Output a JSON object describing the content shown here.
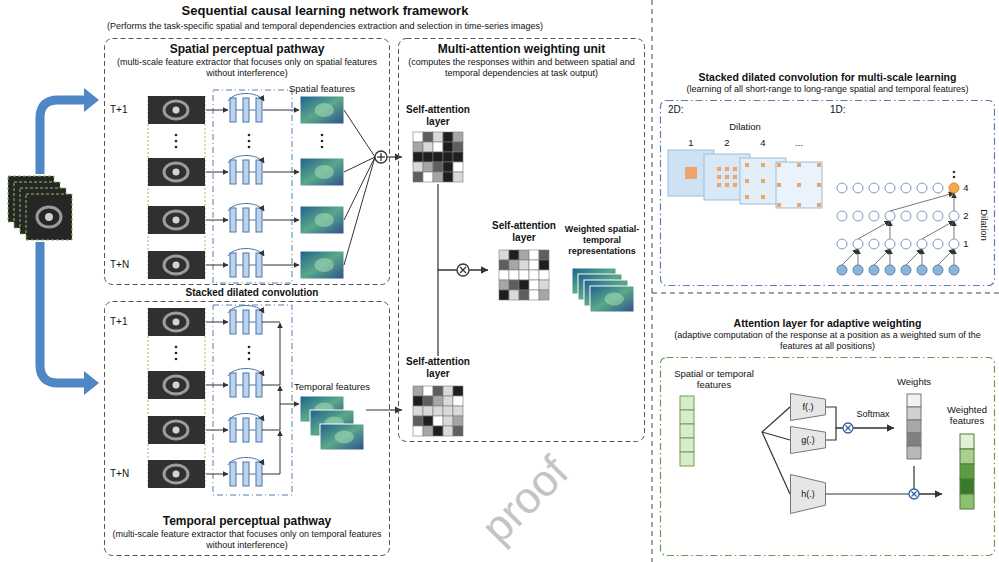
{
  "diagram": {
    "title": "Sequential causal learning network framework",
    "nodes": [
      {
        "text": [
          "Spatial perceptual pathway",
          "(multi-scale feature extractor that focuses only on spatial features without interference)"
        ]
      },
      {
        "text": [
          "Temporal perceptual pathway",
          "(multi-scale feature extractor that focuses only on temporal features without interference)"
        ]
      },
      {
        "text": [
          "Multi-attention weighting unit",
          "(computes the responses within and between spatial and temporal dependencies at task output)"
        ]
      },
      {
        "text": [
          "Self-attention layer"
        ],
        "in": 2
      },
      {
        "text": [
          "Self-attention layer"
        ],
        "in": 2
      },
      {
        "text": [
          "Self-attention layer"
        ],
        "in": 2
      },
      {
        "text": [
          "Weighted spatial-temporal representations"
        ],
        "in": 2
      },
      {
        "text": [
          "Stacked dilated convolution for multi-scale learning",
          "(learning of all short-range to long-range spatial and temporal features)"
        ]
      },
      {
        "text": [
          "Attention layer for adaptive weighting",
          "(adaptive computation of the response at a position as a weighted sum of the features at all positions)"
        ]
      },
      {
        "text": [
          "Spatial or temporal features"
        ],
        "in": 8
      },
      {
        "text": [
          "f(.)"
        ],
        "in": 8
      },
      {
        "text": [
          "g(.)"
        ],
        "in": 8
      },
      {
        "text": [
          "h(.)"
        ],
        "in": 8
      },
      {
        "text": [
          "Weights"
        ],
        "in": 8
      },
      {
        "text": [
          "Weighted features"
        ],
        "in": 8
      }
    ],
    "edges": [
      {
        "from": 0,
        "to": 3,
        "arrow": "to"
      },
      {
        "from": 1,
        "to": 4,
        "arrow": "to"
      },
      {
        "from": 3,
        "to": 5,
        "arrow": "to"
      },
      {
        "from": 4,
        "to": 5,
        "arrow": "to"
      },
      {
        "from": 9,
        "to": 10,
        "arrow": "none"
      },
      {
        "from": 9,
        "to": 11,
        "arrow": "none"
      },
      {
        "from": 9,
        "to": 12,
        "arrow": "none"
      },
      {
        "from": 10,
        "to": 13,
        "label": "Softmax",
        "arrow": "to"
      },
      {
        "from": 11,
        "to": 13,
        "arrow": "to"
      },
      {
        "from": 12,
        "to": 14,
        "arrow": "to"
      },
      {
        "from": 13,
        "to": 14,
        "arrow": "to"
      }
    ],
    "labels": [
      "(Performs the task-specific spatial and temporal dependencies extraction and selection in time-series images)",
      "T+1",
      "T+N",
      "Spatial features",
      "Stacked dilated convolution",
      "T+1",
      "T+N",
      "Temporal features",
      "2D:",
      "Dilation",
      "1",
      "2",
      "4",
      "...",
      "1D:",
      "4",
      "2",
      "1",
      "Dilation",
      "proof"
    ]
  }
}
